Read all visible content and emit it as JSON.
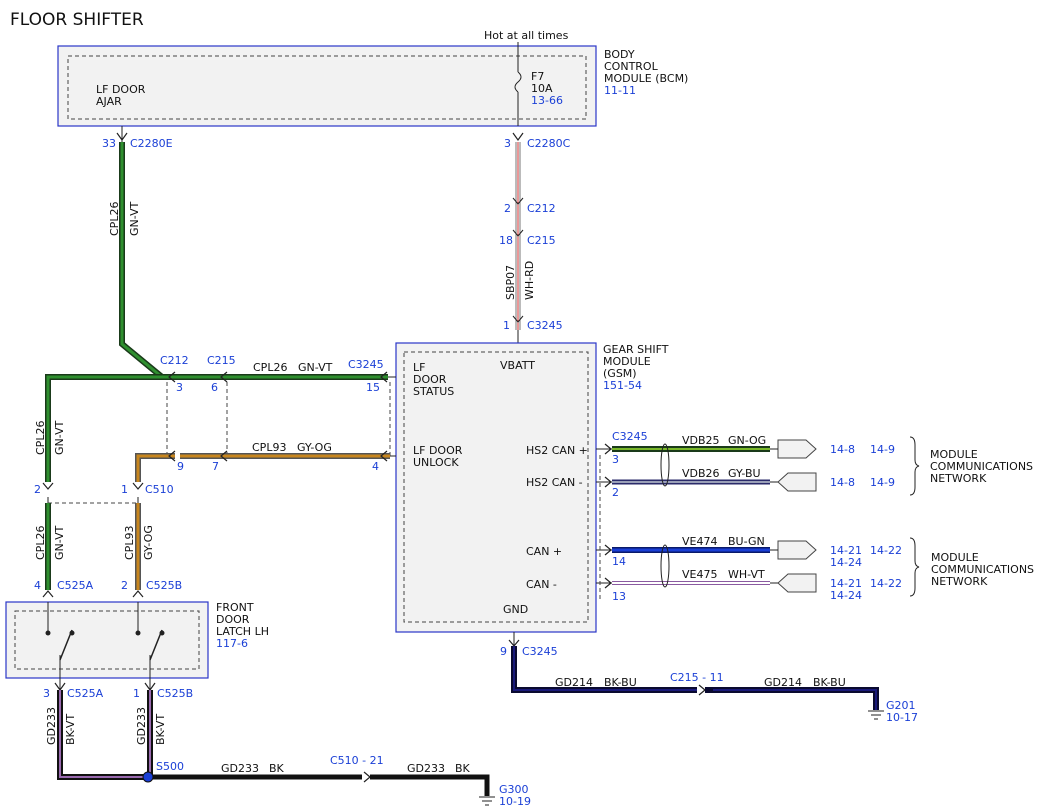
{
  "title": "FLOOR SHIFTER",
  "power": {
    "hot_label": "Hot at all times"
  },
  "bcm": {
    "name_lines": [
      "BODY",
      "CONTROL",
      "MODULE (BCM)"
    ],
    "ref": "11-11",
    "lf_door_ajar": [
      "LF DOOR",
      "AJAR"
    ],
    "fuse": {
      "name": "F7",
      "rating": "10A",
      "ref": "13-66"
    }
  },
  "gsm": {
    "name_lines": [
      "GEAR SHIFT",
      "MODULE",
      "(GSM)"
    ],
    "ref": "151-54",
    "pins": {
      "vbatt": "VBATT",
      "lf_door_status": [
        "LF",
        "DOOR",
        "STATUS"
      ],
      "lf_door_unlock": [
        "LF DOOR",
        "UNLOCK"
      ],
      "hs2_can_plus": "HS2 CAN +",
      "hs2_can_minus": "HS2 CAN -",
      "can_plus": "CAN +",
      "can_minus": "CAN -",
      "gnd": "GND"
    }
  },
  "latch": {
    "name_lines": [
      "FRONT",
      "DOOR",
      "LATCH LH"
    ],
    "ref": "117-6"
  },
  "connectors": {
    "c2280e": {
      "pin": "33",
      "name": "C2280E"
    },
    "c2280c": {
      "pin": "3",
      "name": "C2280C"
    },
    "c212_top": {
      "pin": "2",
      "name": "C212"
    },
    "c215_top": {
      "pin": "18",
      "name": "C215"
    },
    "c3245_top": {
      "pin": "1",
      "name": "C3245"
    },
    "c212_mid": {
      "name": "C212",
      "pin_a": "3",
      "pin_b": "9"
    },
    "c215_mid": {
      "name": "C215",
      "pin_a": "6",
      "pin_b": "7"
    },
    "c3245_left": {
      "name": "C3245",
      "pin_a": "15",
      "pin_b": "4"
    },
    "c510": {
      "pin": "1",
      "name": "C510"
    },
    "left_2": {
      "pin": "2"
    },
    "c525a_top": {
      "pin": "4",
      "name": "C525A"
    },
    "c525b_top": {
      "pin": "2",
      "name": "C525B"
    },
    "c525a_bot": {
      "pin": "3",
      "name": "C525A"
    },
    "c525b_bot": {
      "pin": "1",
      "name": "C525B"
    },
    "c3245_right": {
      "name": "C3245",
      "pin3": "3",
      "pin2": "2",
      "pin14": "14",
      "pin13": "13"
    },
    "c3245_gnd": {
      "pin": "9",
      "name": "C3245"
    },
    "c215_inline": {
      "label": "C215 - 11"
    },
    "c510_inline": {
      "label": "C510 - 21"
    },
    "s500": {
      "name": "S500"
    }
  },
  "wires": {
    "cpl26": {
      "circuit": "CPL26",
      "color": "GN-VT"
    },
    "cpl93": {
      "circuit": "CPL93",
      "color": "GY-OG"
    },
    "sbp07": {
      "circuit": "SBP07",
      "color": "WH-RD"
    },
    "vdb25": {
      "circuit": "VDB25",
      "color": "GN-OG"
    },
    "vdb26": {
      "circuit": "VDB26",
      "color": "GY-BU"
    },
    "ve474": {
      "circuit": "VE474",
      "color": "BU-GN"
    },
    "ve475": {
      "circuit": "VE475",
      "color": "WH-VT"
    },
    "gd214": {
      "circuit": "GD214",
      "color": "BK-BU"
    },
    "gd233_vt": {
      "circuit": "GD233",
      "color": "BK-VT"
    },
    "gd233_bk": {
      "circuit": "GD233",
      "color": "BK"
    }
  },
  "network_refs": {
    "vdb25": [
      "14-8",
      "14-9"
    ],
    "vdb26": [
      "14-8",
      "14-9"
    ],
    "ve474": [
      "14-21",
      "14-22",
      "14-24"
    ],
    "ve475": [
      "14-21",
      "14-22",
      "14-24"
    ]
  },
  "networks": {
    "upper": [
      "MODULE",
      "COMMUNICATIONS",
      "NETWORK"
    ],
    "lower": [
      "MODULE",
      "COMMUNICATIONS",
      "NETWORK"
    ]
  },
  "grounds": {
    "g201": {
      "name": "G201",
      "ref": "10-17"
    },
    "g300": {
      "name": "G300",
      "ref": "10-19"
    }
  },
  "colors": {
    "green": "#1f7a1f",
    "gray_orange": "#c8861e",
    "white_red": "#d43030",
    "blue": "#1a3fd6",
    "dark_blue": "#101050",
    "violet": "#7a3a8a",
    "outline": "#2a36c8"
  }
}
